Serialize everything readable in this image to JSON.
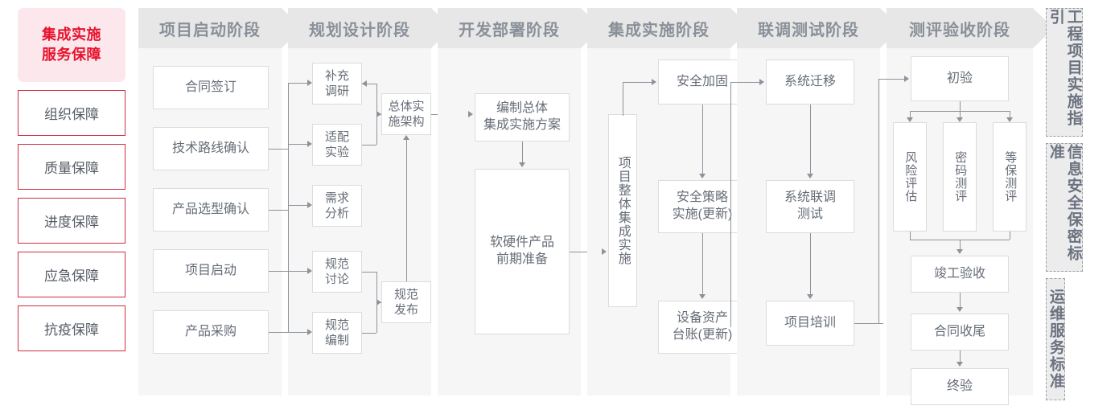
{
  "diagram": {
    "title": "集成实施服务保障",
    "left_rail": {
      "title": "集成实施\n服务保障",
      "title_line1": "集成实施",
      "title_line2": "服务保障",
      "items": [
        {
          "label": "组织保障"
        },
        {
          "label": "质量保障"
        },
        {
          "label": "进度保障"
        },
        {
          "label": "应急保障"
        },
        {
          "label": "抗疫保障"
        }
      ]
    },
    "phases": [
      {
        "id": "phase-1",
        "header": "项目启动阶段",
        "nodes": [
          {
            "id": "n-contract-sign",
            "label": "合同签订"
          },
          {
            "id": "n-tech-route",
            "label": "技术路线确认"
          },
          {
            "id": "n-product-select",
            "label": "产品选型确认"
          },
          {
            "id": "n-project-kickoff",
            "label": "项目启动"
          },
          {
            "id": "n-product-purchase",
            "label": "产品采购"
          }
        ]
      },
      {
        "id": "phase-2",
        "header": "规划设计阶段",
        "nodes": [
          {
            "id": "n-supplement-research",
            "label": "补充\n调研",
            "l1": "补充",
            "l2": "调研"
          },
          {
            "id": "n-adapt-experiment",
            "label": "适配\n实验",
            "l1": "适配",
            "l2": "实验"
          },
          {
            "id": "n-requirement-analysis",
            "label": "需求\n分析",
            "l1": "需求",
            "l2": "分析"
          },
          {
            "id": "n-spec-discussion",
            "label": "规范\n讨论",
            "l1": "规范",
            "l2": "讨论"
          },
          {
            "id": "n-spec-drafting",
            "label": "规范\n编制",
            "l1": "规范",
            "l2": "编制"
          },
          {
            "id": "n-overall-architecture",
            "label": "总体实\n施架构",
            "l1": "总体实",
            "l2": "施架构"
          },
          {
            "id": "n-spec-release",
            "label": "规范\n发布",
            "l1": "规范",
            "l2": "发布"
          }
        ]
      },
      {
        "id": "phase-3",
        "header": "开发部署阶段",
        "nodes": [
          {
            "id": "n-overall-plan",
            "label": "编制总体\n集成实施方案",
            "l1": "编制总体",
            "l2": "集成实施方案"
          },
          {
            "id": "n-hw-sw-prep",
            "label": "软硬件产品\n前期准备",
            "l1": "软硬件产品",
            "l2": "前期准备"
          }
        ]
      },
      {
        "id": "phase-4",
        "header": "集成实施阶段",
        "nodes": [
          {
            "id": "n-overall-integration",
            "label": "项目整体集成实施"
          },
          {
            "id": "n-security-hardening",
            "label": "安全加固"
          },
          {
            "id": "n-security-policy",
            "label": "安全策略\n实施(更新)",
            "l1": "安全策略",
            "l2": "实施(更新)"
          },
          {
            "id": "n-asset-ledger",
            "label": "设备资产\n台账(更新)",
            "l1": "设备资产",
            "l2": "台账(更新)"
          }
        ]
      },
      {
        "id": "phase-5",
        "header": "联调测试阶段",
        "nodes": [
          {
            "id": "n-system-migration",
            "label": "系统迁移"
          },
          {
            "id": "n-system-joint-test",
            "label": "系统联调\n测试",
            "l1": "系统联调",
            "l2": "测试"
          },
          {
            "id": "n-project-training",
            "label": "项目培训"
          }
        ]
      },
      {
        "id": "phase-6",
        "header": "测评验收阶段",
        "nodes": [
          {
            "id": "n-initial-acceptance",
            "label": "初验"
          },
          {
            "id": "n-risk-assessment",
            "label": "风险评估"
          },
          {
            "id": "n-crypto-evaluation",
            "label": "密码测评"
          },
          {
            "id": "n-mlps-evaluation",
            "label": "等保测评"
          },
          {
            "id": "n-completion-acceptance",
            "label": "竣工验收"
          },
          {
            "id": "n-contract-closure",
            "label": "合同收尾"
          },
          {
            "id": "n-final-acceptance",
            "label": "终验"
          }
        ]
      }
    ],
    "right_rail": [
      {
        "id": "r-engineering-guideline",
        "label": "工程项目实施指引"
      },
      {
        "id": "r-infosec-standard",
        "label": "信息安全保密标准"
      },
      {
        "id": "r-ops-standard",
        "label": "运维服务标准"
      }
    ],
    "colors": {
      "accent_red": "#e8112d",
      "accent_red_border": "#d02e44",
      "title_bg": "#fce8ec",
      "header_bg": "#e7e7e7",
      "panel_bg": "#f6f6f6",
      "node_border": "#dcdcdc",
      "connector": "#8d939b",
      "text": "#666d77"
    }
  }
}
